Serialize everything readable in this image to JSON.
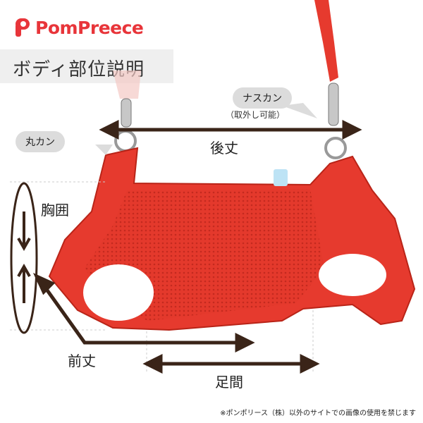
{
  "brand": {
    "name": "PomPreece",
    "accent": "#e8353a"
  },
  "title": "ボディ部位説明",
  "labels": {
    "nascan": "ナスカン",
    "nascan_note": "（取外し可能）",
    "marukan": "丸カン",
    "back_length": "後丈",
    "chest": "胸囲",
    "front_length": "前丈",
    "leg_gap": "足間"
  },
  "footer": "※ポンポリース（株）以外のサイトでの画像の使用を禁じます",
  "colors": {
    "garment": "#e63a2e",
    "garment_dark": "#b92418",
    "arrow": "#3a2418"
  }
}
